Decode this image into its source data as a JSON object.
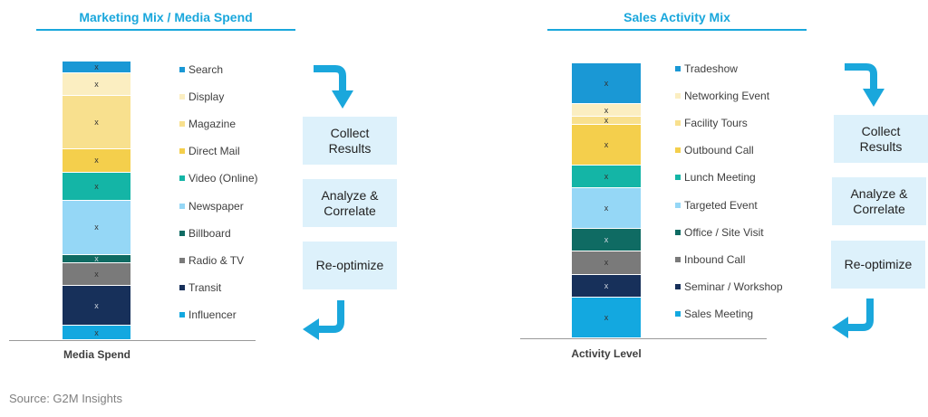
{
  "source": "Source: G2M Insights",
  "steps": [
    "Collect Results",
    "Analyze & Correlate",
    "Re-optimize"
  ],
  "chart_data": [
    {
      "type": "bar",
      "stacked": true,
      "title": "Marketing Mix / Media Spend",
      "xlabel": "Media Spend",
      "categories": [
        "Media Spend"
      ],
      "data_label": "x",
      "series": [
        {
          "name": "Search",
          "value": 4,
          "color": "#1a98d5"
        },
        {
          "name": "Display",
          "value": 8,
          "color": "#fbeec1"
        },
        {
          "name": "Magazine",
          "value": 19,
          "color": "#f8e08e"
        },
        {
          "name": "Direct Mail",
          "value": 8,
          "color": "#f4cf4c"
        },
        {
          "name": "Video (Online)",
          "value": 10,
          "color": "#14b5a6"
        },
        {
          "name": "Newspaper",
          "value": 19,
          "color": "#95d7f6"
        },
        {
          "name": "Billboard",
          "value": 3,
          "color": "#0f6b63"
        },
        {
          "name": "Radio & TV",
          "value": 8,
          "color": "#7a7a7a"
        },
        {
          "name": "Transit",
          "value": 14,
          "color": "#17305a"
        },
        {
          "name": "Influencer",
          "value": 5,
          "color": "#13a8e0"
        }
      ]
    },
    {
      "type": "bar",
      "stacked": true,
      "title": "Sales Activity Mix",
      "xlabel": "Activity Level",
      "categories": [
        "Activity Level"
      ],
      "data_label": "x",
      "series": [
        {
          "name": "Tradeshow",
          "value": 16,
          "color": "#1a98d5"
        },
        {
          "name": "Networking Event",
          "value": 5,
          "color": "#fbeec1"
        },
        {
          "name": "Facility Tours",
          "value": 3,
          "color": "#f8e08e"
        },
        {
          "name": "Outbound Call",
          "value": 16,
          "color": "#f4cf4c"
        },
        {
          "name": "Lunch Meeting",
          "value": 9,
          "color": "#14b5a6"
        },
        {
          "name": "Targeted Event",
          "value": 16,
          "color": "#95d7f6"
        },
        {
          "name": "Office / Site Visit",
          "value": 9,
          "color": "#0f6b63"
        },
        {
          "name": "Inbound Call",
          "value": 9,
          "color": "#7a7a7a"
        },
        {
          "name": "Seminar / Workshop",
          "value": 9,
          "color": "#17305a"
        },
        {
          "name": "Sales Meeting",
          "value": 16,
          "color": "#13a8e0"
        }
      ]
    }
  ]
}
